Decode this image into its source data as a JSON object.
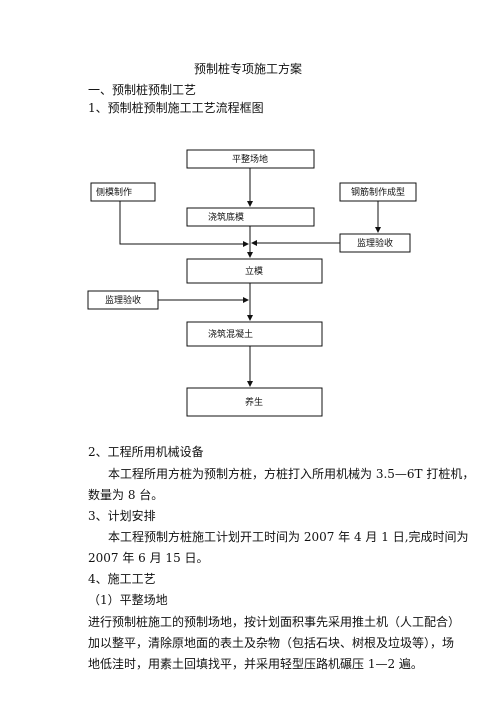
{
  "document": {
    "title": "预制桩专项施工方案",
    "section1_heading": "一、预制桩预制工艺",
    "section1_sub": "1、预制桩预制施工工艺流程框图",
    "flowchart": {
      "b_level": "平整场地",
      "b_formwork": "侧模制作",
      "b_rebar": "钢筋制作成型",
      "b_pour_base": "浇筑底模",
      "b_inspect_right": "监理验收",
      "b_erect": "立模",
      "b_inspect_left": "监理验收",
      "b_pour_concrete": "浇筑混凝土",
      "b_cure": "养生"
    },
    "section2_heading": "2、工程所用机械设备",
    "section2_line1": "本工程所用方桩为预制方桩，方桩打入所用机械为 3.5—6T 打桩机，",
    "section2_line2": "数量为 8 台。",
    "section3_heading": "3、计划安排",
    "section3_line1": "本工程预制方桩施工计划开工时间为 2007 年 4 月 1 日,完成时间为",
    "section3_line2": "2007 年 6 月 15 日。",
    "section4_heading": "4、施工工艺",
    "section4_sub": "（1）平整场地",
    "section4_line1": "进行预制桩施工的预制场地，按计划面积事先采用推土机（人工配合）",
    "section4_line2": "加以整平，清除原地面的表土及杂物（包括石块、树根及垃圾等），场",
    "section4_line3": "地低洼时，用素土回填找平，并采用轻型压路机碾压 1—2 遍。"
  }
}
